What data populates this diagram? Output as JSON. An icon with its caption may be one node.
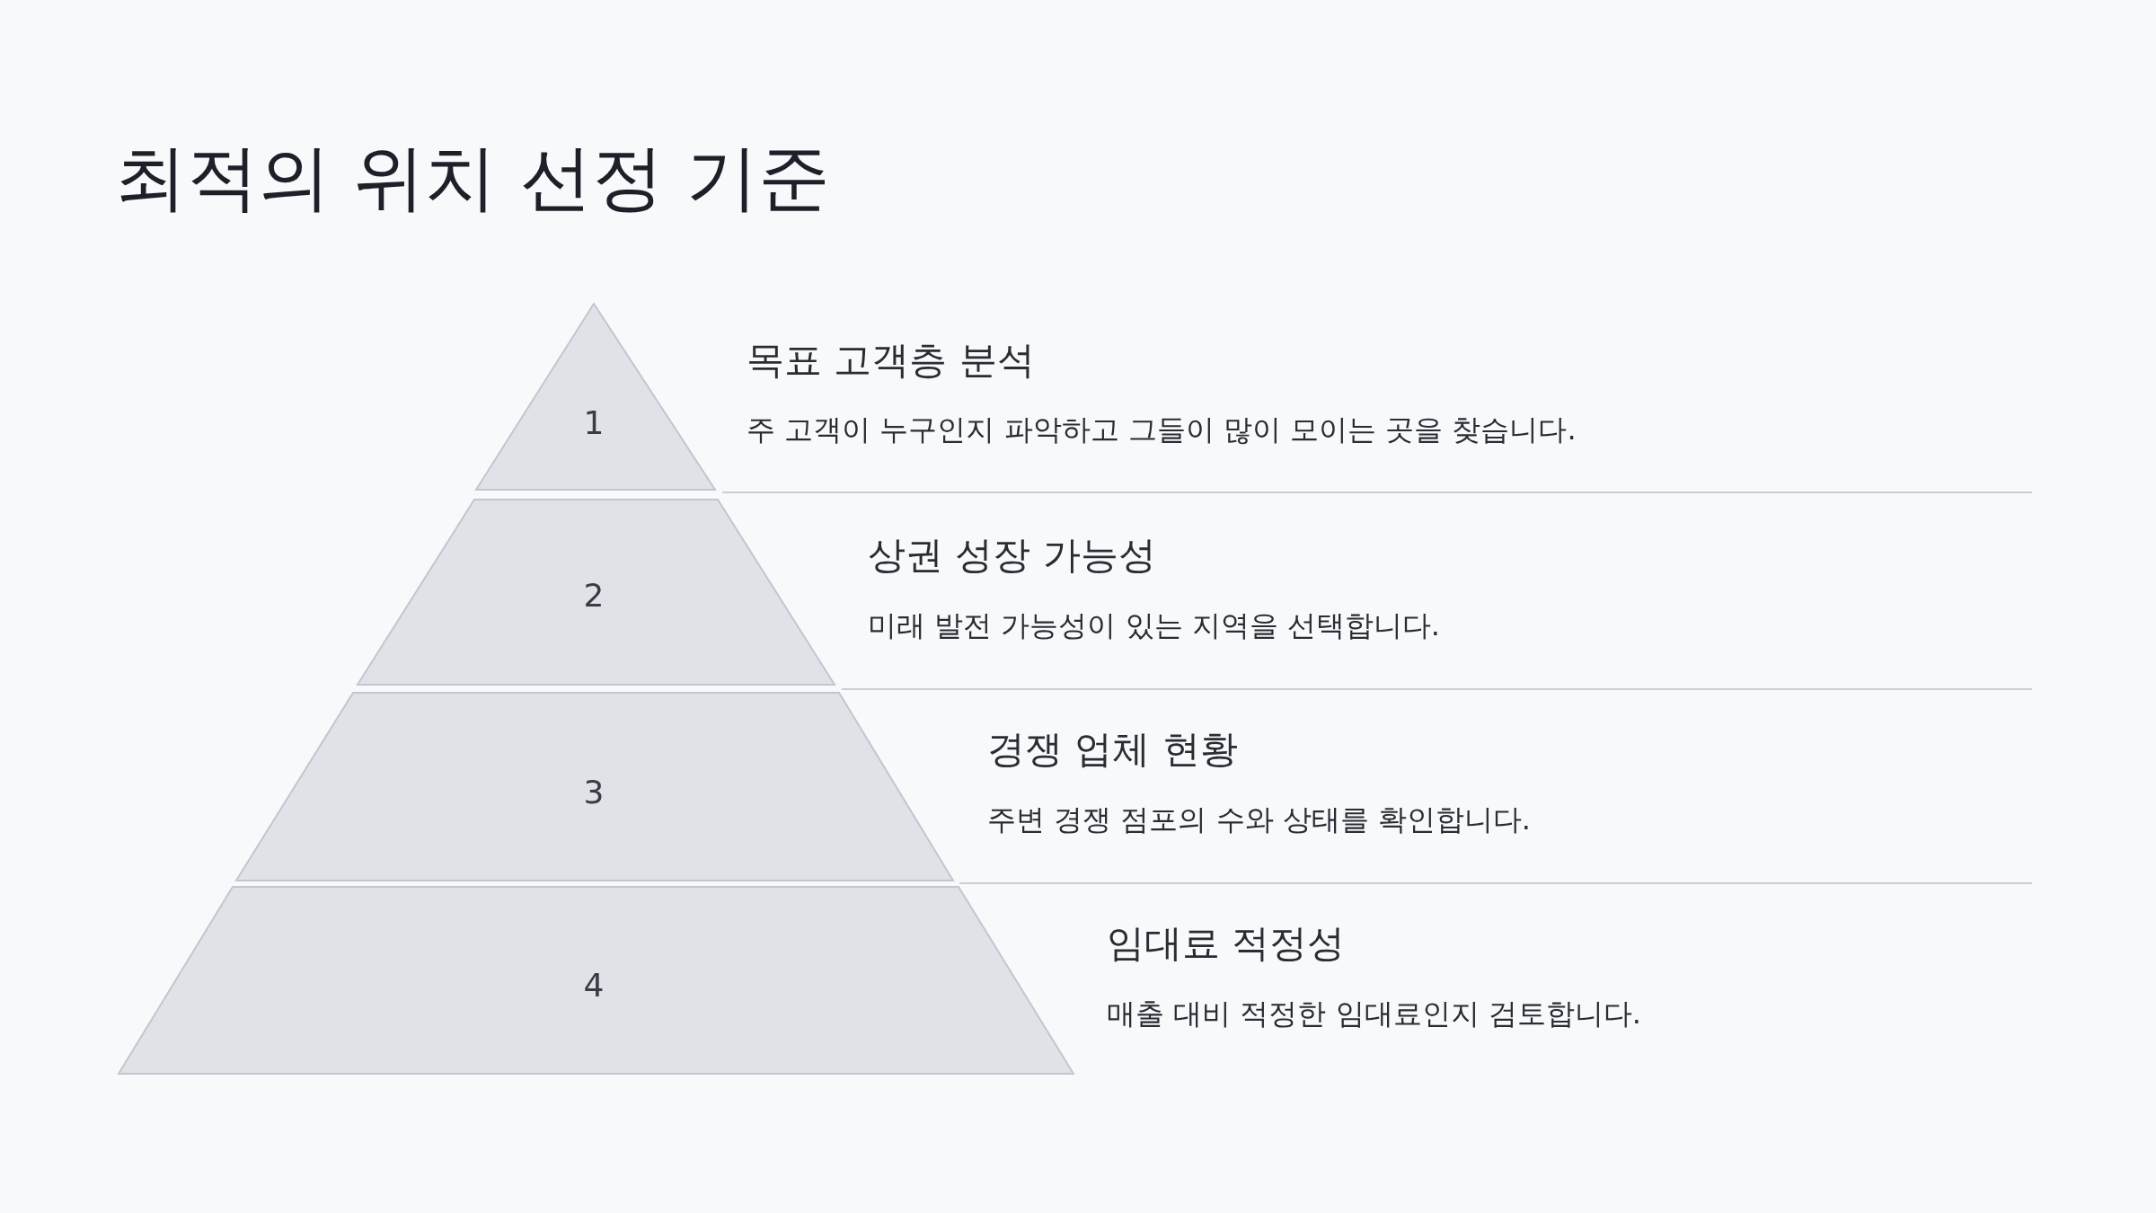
{
  "diagram": {
    "title": "최적의 위치 선정 기준",
    "nodes": [
      {
        "text": [
          "1"
        ],
        "beside": [
          "목표 고객층 분석",
          "주 고객이 누구인지 파악하고 그들이 많이 모이는 곳을 찾습니다."
        ]
      },
      {
        "text": [
          "2"
        ],
        "beside": [
          "상권 성장 가능성",
          "미래 발전 가능성이 있는 지역을 선택합니다."
        ]
      },
      {
        "text": [
          "3"
        ],
        "beside": [
          "경쟁 업체 현황",
          "주변 경쟁 점포의 수와 상태를 확인합니다."
        ]
      },
      {
        "text": [
          "4"
        ],
        "beside": [
          "임대료 적정성",
          "매출 대비 적정한 임대료인지 검토합니다."
        ]
      }
    ]
  }
}
